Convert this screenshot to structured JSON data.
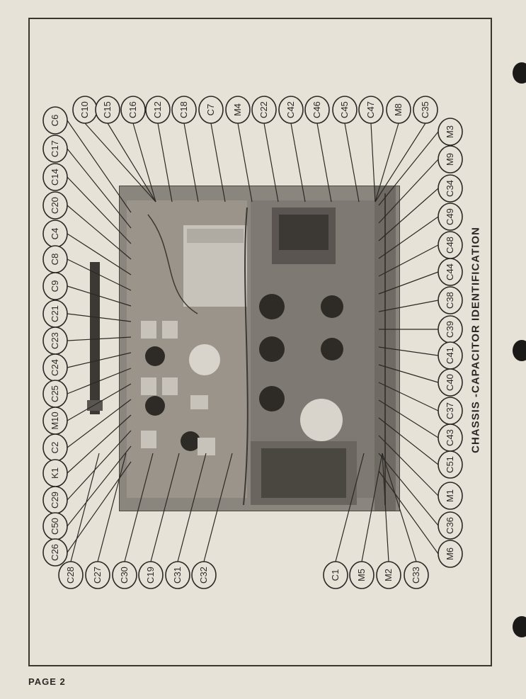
{
  "page": {
    "label": "PAGE 2"
  },
  "title": "CHASSIS -CAPACITOR IDENTIFICATION",
  "callouts": {
    "top": [
      "C10",
      "C15",
      "C16",
      "C12",
      "C18",
      "C7",
      "M4",
      "C22",
      "C42",
      "C46",
      "C45",
      "C47",
      "M8",
      "C35"
    ],
    "left": [
      "C6",
      "C17",
      "C14",
      "C20",
      "C4",
      "C8",
      "C9",
      "C21",
      "C23",
      "C24",
      "C25",
      "M10",
      "C2",
      "K1",
      "C29",
      "C50",
      "C26"
    ],
    "bottom": [
      "C28",
      "C27",
      "C30",
      "C19",
      "C31",
      "C32",
      "C1",
      "M5",
      "M2",
      "C33"
    ],
    "right": [
      "M3",
      "M9",
      "C34",
      "C49",
      "C48",
      "C44",
      "C38",
      "C39",
      "C41",
      "C40",
      "C37",
      "C43",
      "C51",
      "M1",
      "C36",
      "M6"
    ]
  }
}
